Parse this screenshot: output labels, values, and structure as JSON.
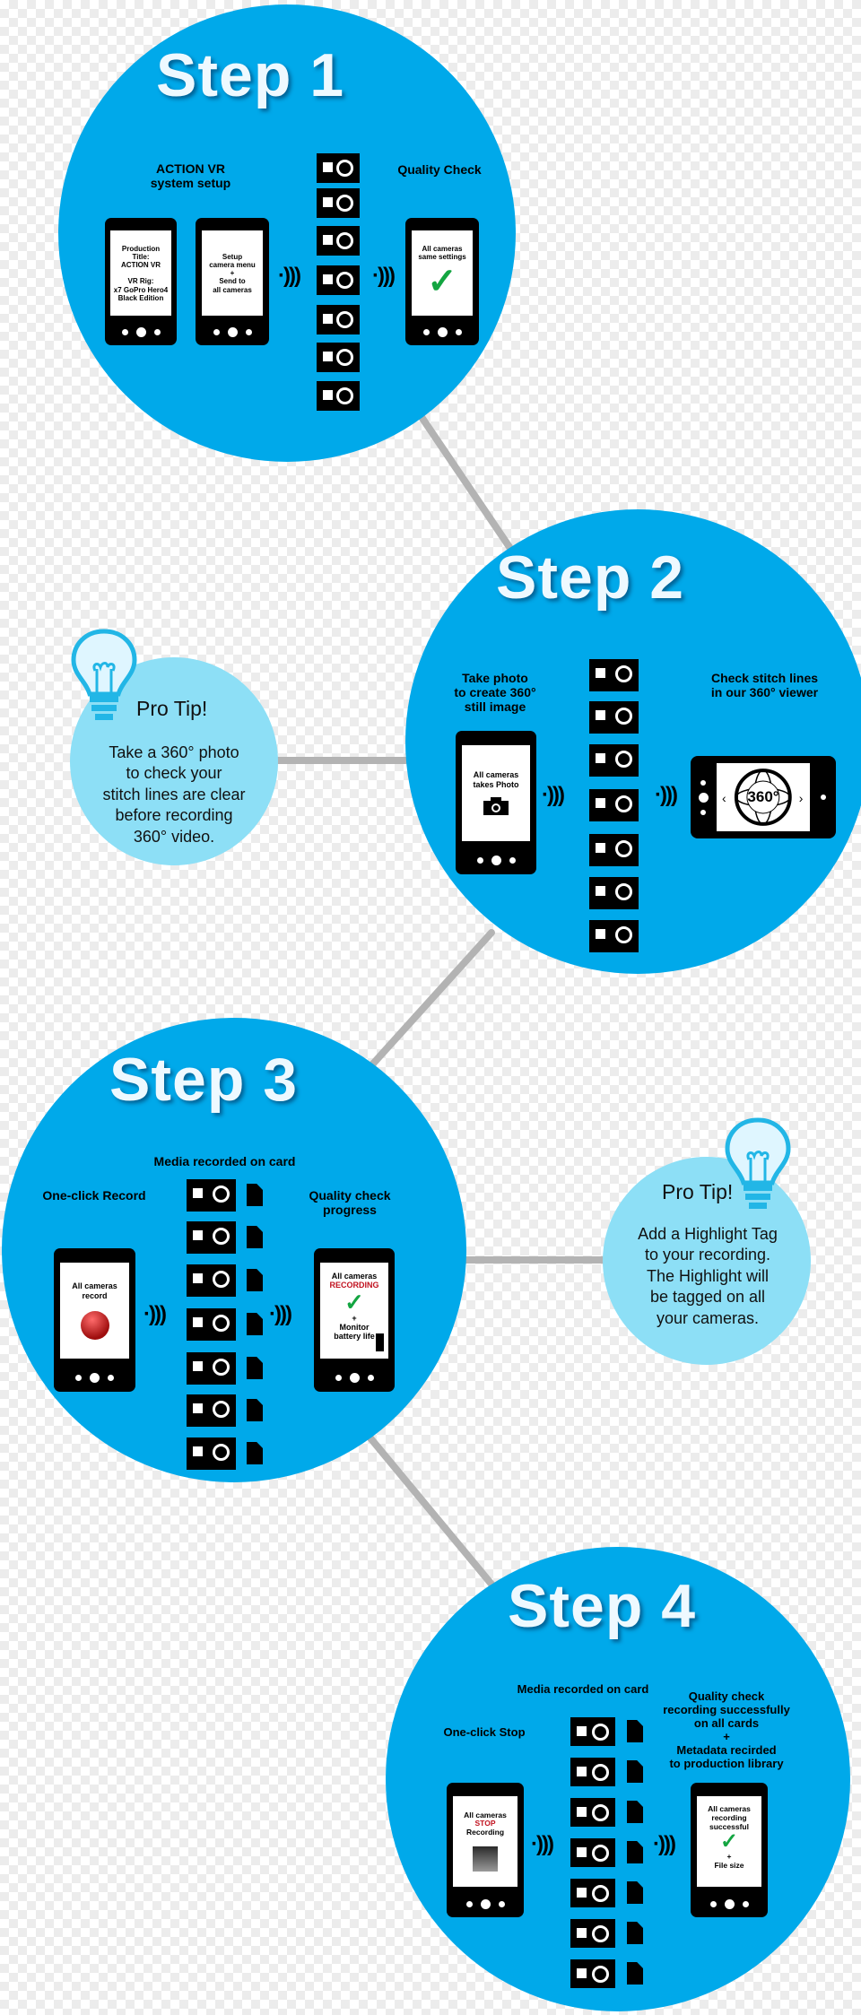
{
  "steps": [
    {
      "title": "Step 1",
      "col1": "ACTION VR\nsystem setup",
      "col3": "Quality Check",
      "phone1_screen": "Production Title:\nACTION VR\n\nVR Rig:\nx7 GoPro Hero4\nBlack Edition",
      "phone2_screen": "Setup\ncamera menu\n+\nSend to\nall cameras",
      "phone3_screen": "All cameras\nsame settings"
    },
    {
      "title": "Step 2",
      "col1": "Take photo\nto create 360°\nstill image",
      "col3": "Check stitch lines\nin our 360° viewer",
      "phone1_screen": "All cameras\ntakes Photo",
      "viewer_text": "360°"
    },
    {
      "title": "Step 3",
      "top_label": "Media recorded on card",
      "col1": "One-click Record",
      "col3": "Quality check\nprogress",
      "phone1_screen": "All cameras\nrecord",
      "phone2_line1": "All cameras",
      "phone2_line2": "RECORDING",
      "phone2_line3": "+\nMonitor\nbattery life"
    },
    {
      "title": "Step 4",
      "top_label": "Media recorded on card",
      "col1": "One-click Stop",
      "col3": "Quality check\nrecording successfully\non all cards\n+\nMetadata recirded\nto production library",
      "phone1_line1": "All cameras",
      "phone1_line2": "STOP",
      "phone1_line3": "Recording",
      "phone2_line1": "All cameras\nrecording\nsuccessful",
      "phone2_line2": "+\nFile size"
    }
  ],
  "tips": [
    {
      "title": "Pro Tip!",
      "body": "Take a 360° photo\nto check your\nstitch lines are clear\nbefore recording\n360° video."
    },
    {
      "title": "Pro Tip!",
      "body": "Add a Highlight Tag\nto your recording.\nThe Highlight will\nbe tagged on all\nyour cameras."
    }
  ],
  "colors": {
    "circle": "#00a9ea",
    "tip": "#8ddff6",
    "connector": "#b3b3b3",
    "check": "#13a541",
    "record": "#c1121f"
  },
  "icons": [
    "camera-icon",
    "wifi-signal-icon",
    "memory-card-icon",
    "lightbulb-icon",
    "checkmark-icon",
    "battery-icon",
    "record-button-icon",
    "stop-square-icon",
    "viewer-360-icon"
  ]
}
